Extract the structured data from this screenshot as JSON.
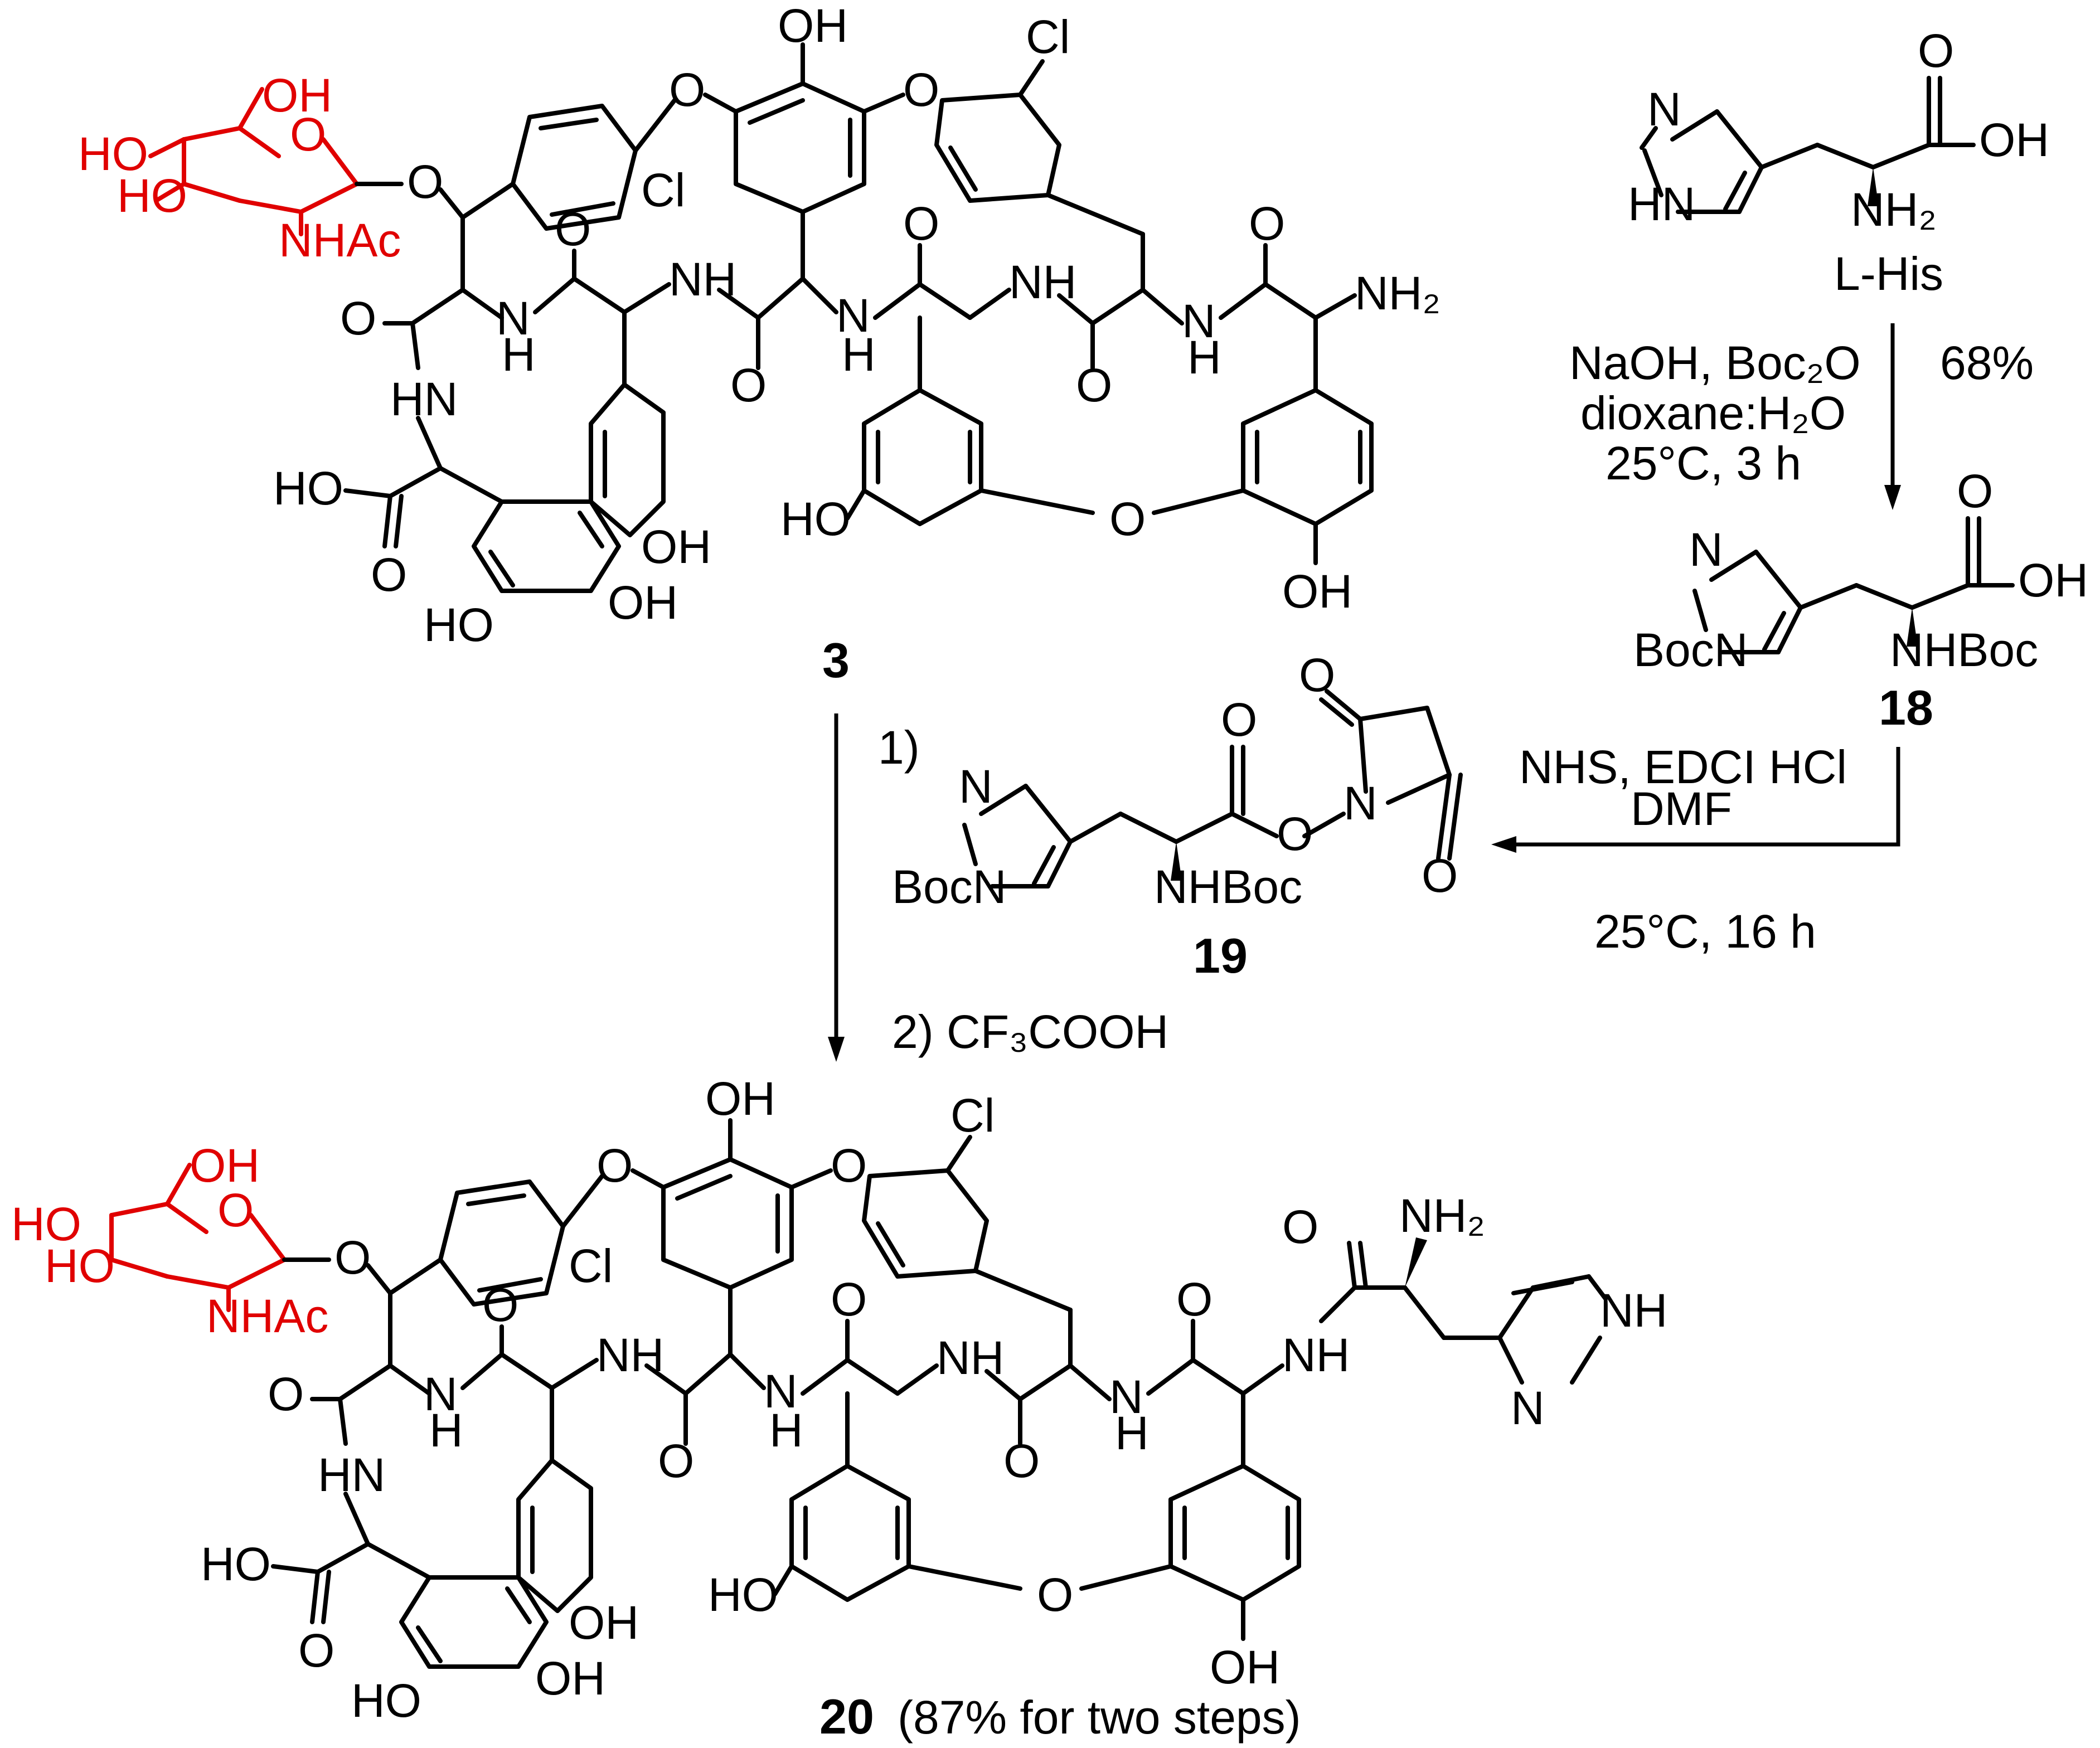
{
  "colors": {
    "sugar": "#e00000",
    "ink": "#000000",
    "background": "#ffffff"
  },
  "compounds": {
    "c3": {
      "label": "3"
    },
    "c20": {
      "label": "20",
      "yield": "(87% for two steps)"
    },
    "his": {
      "label": "L-His"
    },
    "c18": {
      "label": "18"
    },
    "c19": {
      "label": "19"
    }
  },
  "reactions": {
    "step1": {
      "reagent_line1": "NaOH, Boc₂O",
      "reagent_line2": "dioxane:H₂O",
      "conditions": "25°C, 3 h",
      "yield": "68%"
    },
    "step2": {
      "reagent_line1": "NHS, EDCI HCl",
      "reagent_line2": "DMF",
      "conditions": "25°C, 16 h"
    },
    "step3": {
      "part1": "1)",
      "part2": "2) CF₃COOH"
    }
  },
  "atoms": {
    "OH": "OH",
    "HO": "HO",
    "O": "O",
    "Cl": "Cl",
    "NH": "NH",
    "HN": "HN",
    "N": "N",
    "H": "H",
    "NH2": "NH₂",
    "NHAc": "NHAc",
    "NHBoc": "NHBoc",
    "BocN": "BocN",
    "OH_acid": "OH"
  }
}
